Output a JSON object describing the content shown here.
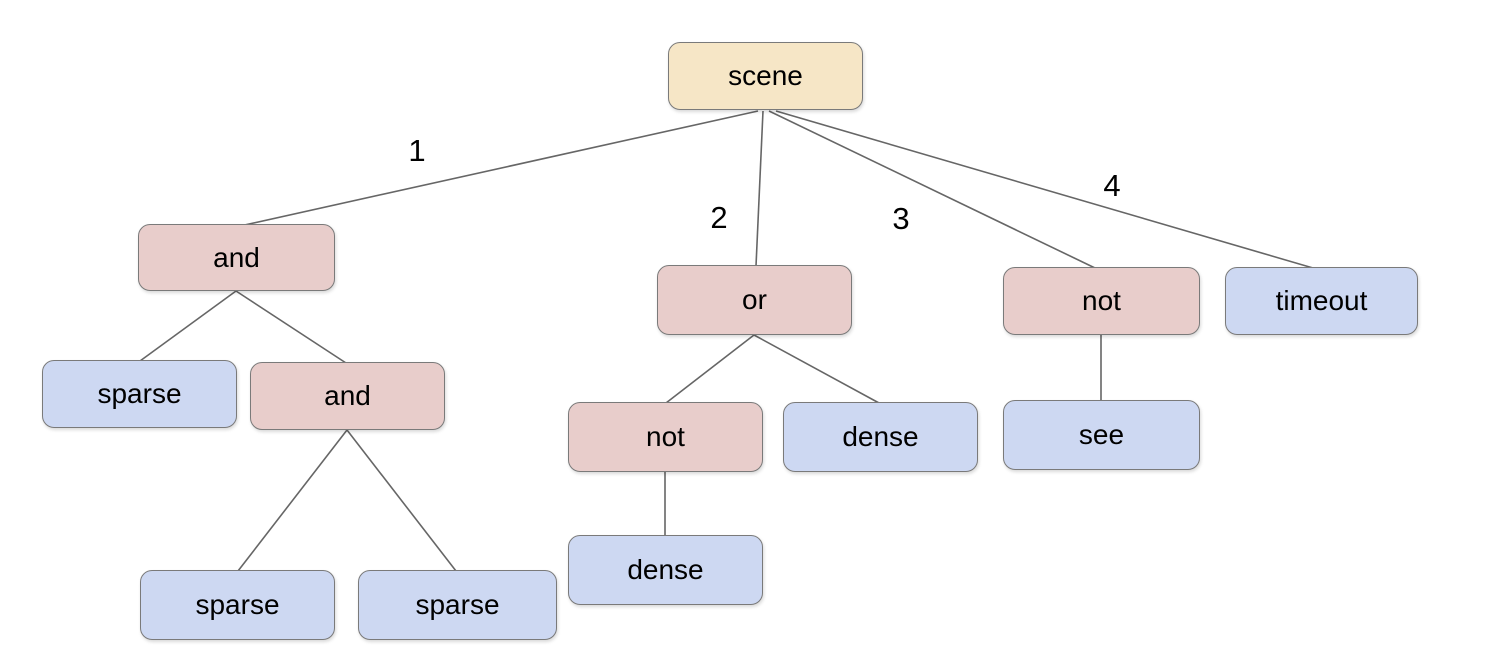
{
  "diagram": {
    "type": "tree",
    "background": "#ffffff",
    "colors": {
      "root_fill": "#f6e6c6",
      "operator_fill": "#e8cdcb",
      "leaf_fill": "#cdd8f2",
      "node_border": "#7a7a7a",
      "edge_line": "#666666",
      "label_text": "#000000"
    },
    "nodes": {
      "scene": {
        "label": "scene",
        "kind": "root"
      },
      "and1": {
        "label": "and",
        "kind": "operator"
      },
      "or1": {
        "label": "or",
        "kind": "operator"
      },
      "not1": {
        "label": "not",
        "kind": "operator"
      },
      "timeout": {
        "label": "timeout",
        "kind": "leaf"
      },
      "sparse1": {
        "label": "sparse",
        "kind": "leaf"
      },
      "and2": {
        "label": "and",
        "kind": "operator"
      },
      "not2": {
        "label": "not",
        "kind": "operator"
      },
      "dense1": {
        "label": "dense",
        "kind": "leaf"
      },
      "see1": {
        "label": "see",
        "kind": "leaf"
      },
      "sparse2": {
        "label": "sparse",
        "kind": "leaf"
      },
      "sparse3": {
        "label": "sparse",
        "kind": "leaf"
      },
      "dense2": {
        "label": "dense",
        "kind": "leaf"
      }
    },
    "edge_labels": {
      "e1": {
        "label": "1"
      },
      "e2": {
        "label": "2"
      },
      "e3": {
        "label": "3"
      },
      "e4": {
        "label": "4"
      }
    },
    "structure": {
      "scene": [
        {
          "child": "and1",
          "edge_label": "1"
        },
        {
          "child": "or1",
          "edge_label": "2"
        },
        {
          "child": "not1",
          "edge_label": "3"
        },
        {
          "child": "timeout",
          "edge_label": "4"
        }
      ],
      "and1": [
        {
          "child": "sparse1"
        },
        {
          "child": "and2"
        }
      ],
      "and2": [
        {
          "child": "sparse2"
        },
        {
          "child": "sparse3"
        }
      ],
      "or1": [
        {
          "child": "not2"
        },
        {
          "child": "dense1"
        }
      ],
      "not2": [
        {
          "child": "dense2"
        }
      ],
      "not1": [
        {
          "child": "see1"
        }
      ]
    }
  }
}
